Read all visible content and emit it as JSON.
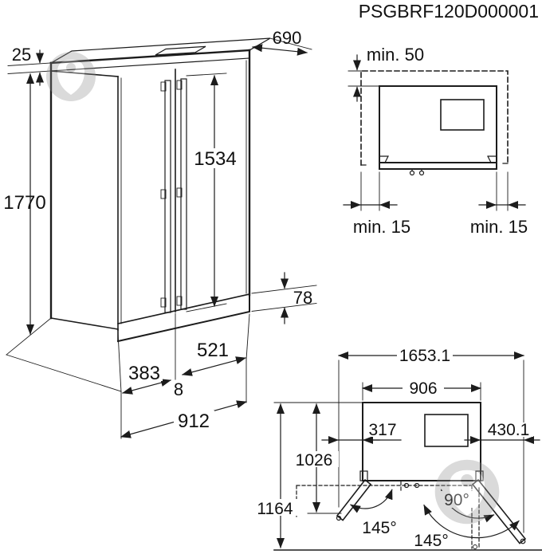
{
  "title": "PSGBRF120D000001",
  "colors": {
    "line": "#1c1c1c",
    "background": "#ffffff",
    "watermark": "#8f8f8f"
  },
  "iso_view": {
    "top_gap": "25",
    "depth": "690",
    "handle_height": "1534",
    "height": "1770",
    "plinth_height": "78",
    "door_left_width": "383",
    "door_gap": "8",
    "door_right_width": "521",
    "total_width": "912"
  },
  "top_view": {
    "clearance_back": "min. 50",
    "clearance_left": "min. 15",
    "clearance_right": "min. 15"
  },
  "open_view": {
    "total_width_open": "1653.1",
    "cabinet_width": "906",
    "left_door_extension": "317",
    "right_door_extension": "430.1",
    "depth_doors_90": "1026",
    "depth_doors_open": "1164",
    "angle_90": "90°",
    "angle_left_145": "145°",
    "angle_right_145": "145°"
  }
}
